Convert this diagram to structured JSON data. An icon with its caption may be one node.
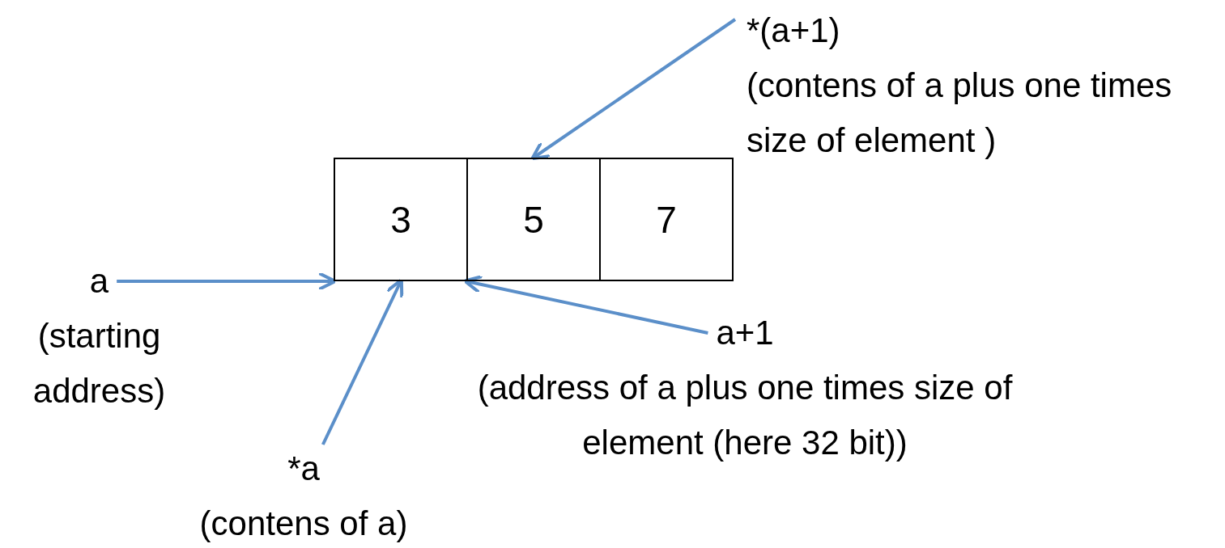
{
  "diagram": {
    "nodes": [
      {
        "text": [
          "3"
        ]
      },
      {
        "text": [
          "5"
        ]
      },
      {
        "text": [
          "7"
        ]
      },
      {
        "text": [
          "a",
          "(starting address)"
        ]
      },
      {
        "text": [
          "*a",
          "(contens of a)"
        ]
      },
      {
        "text": [
          "a+1",
          "(address of a plus one times size of element (here 32 bit))"
        ]
      },
      {
        "text": [
          "*(a+1)",
          "(contens of a plus one times size of element )"
        ]
      }
    ],
    "edges": [
      {
        "from": 3,
        "to": 0,
        "arrow": "to"
      },
      {
        "from": 4,
        "to": 0,
        "arrow": "to"
      },
      {
        "from": 5,
        "to": 1,
        "arrow": "to"
      },
      {
        "from": 6,
        "to": 1,
        "arrow": "to"
      }
    ]
  }
}
